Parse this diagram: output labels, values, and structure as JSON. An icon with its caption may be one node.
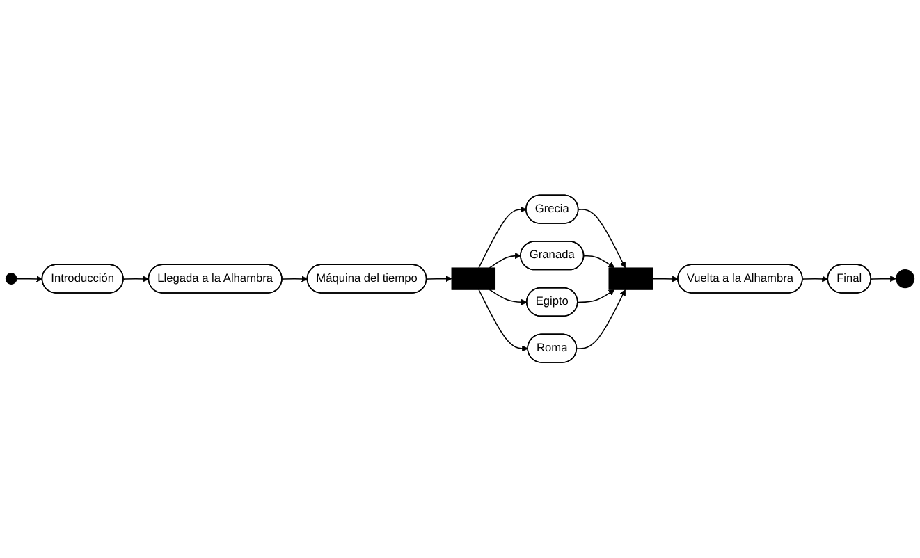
{
  "diagram": {
    "nodes": [
      {
        "text": [],
        "shape": "circle"
      },
      {
        "text": [
          "Introducción"
        ]
      },
      {
        "text": [
          "Llegada a la Alhambra"
        ]
      },
      {
        "text": [
          "Máquina del tiempo"
        ]
      },
      {
        "text": [],
        "shape": "bar"
      },
      {
        "text": [
          "Grecia"
        ]
      },
      {
        "text": [
          "Granada"
        ]
      },
      {
        "text": [
          "Egipto"
        ]
      },
      {
        "text": [
          "Roma"
        ]
      },
      {
        "text": [],
        "shape": "bar"
      },
      {
        "text": [
          "Vuelta a la Alhambra"
        ]
      },
      {
        "text": [
          "Final"
        ]
      },
      {
        "text": [],
        "shape": "circle"
      }
    ],
    "edges": [
      {
        "from": 0,
        "to": 1,
        "arrow": "to"
      },
      {
        "from": 1,
        "to": 2,
        "arrow": "to"
      },
      {
        "from": 2,
        "to": 3,
        "arrow": "to"
      },
      {
        "from": 3,
        "to": 4,
        "arrow": "to"
      },
      {
        "from": 4,
        "to": 5,
        "arrow": "to"
      },
      {
        "from": 4,
        "to": 6,
        "arrow": "to"
      },
      {
        "from": 4,
        "to": 7,
        "arrow": "to"
      },
      {
        "from": 4,
        "to": 8,
        "arrow": "to"
      },
      {
        "from": 5,
        "to": 9,
        "arrow": "to"
      },
      {
        "from": 6,
        "to": 9,
        "arrow": "to"
      },
      {
        "from": 7,
        "to": 9,
        "arrow": "to"
      },
      {
        "from": 8,
        "to": 9,
        "arrow": "to"
      },
      {
        "from": 9,
        "to": 10,
        "arrow": "to"
      },
      {
        "from": 10,
        "to": 11,
        "arrow": "to"
      },
      {
        "from": 11,
        "to": 12,
        "arrow": "to"
      }
    ]
  }
}
